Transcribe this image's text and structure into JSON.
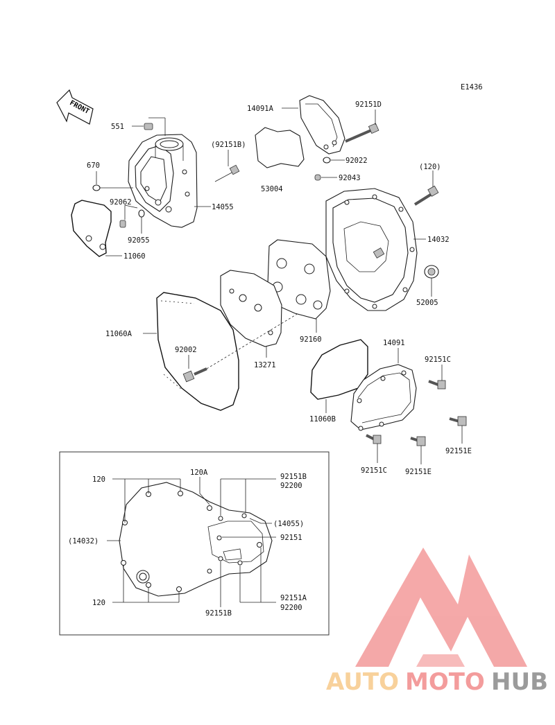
{
  "diagram_code": "E1436",
  "front_label": "FRONT",
  "labels": {
    "p551": "551",
    "p670": "670",
    "p92062": "92062",
    "p92055": "92055",
    "p11060": "11060",
    "p14055": "14055",
    "p92151B_paren": "(92151B)",
    "p14091A": "14091A",
    "p53004": "53004",
    "p92151D": "92151D",
    "p92022": "92022",
    "p92043": "92043",
    "p120_paren": "(120)",
    "p14032": "14032",
    "p52005": "52005",
    "p92160": "92160",
    "p11060A": "11060A",
    "p92002": "92002",
    "p13271": "13271",
    "p14091": "14091",
    "p92151C_a": "92151C",
    "p11060B": "11060B",
    "p92151E_a": "92151E",
    "p92151C_b": "92151C",
    "p92151E_b": "92151E"
  },
  "inset": {
    "l120_top": "120",
    "l120A": "120A",
    "l92151B_top": "92151B",
    "l92200_top": "92200",
    "l14055_paren": "(14055)",
    "l14032_paren": "(14032)",
    "l92151": "92151",
    "l120_bottom": "120",
    "l92151A": "92151A",
    "l92200_bottom": "92200",
    "l92151B_bottom": "92151B"
  },
  "watermark": {
    "part1": "AUTO",
    "part2": "MOTO",
    "part3": "HUB",
    "color_light": "#f7c98a",
    "color_red": "#f28b8b",
    "color_gray": "#8a8a8a"
  }
}
